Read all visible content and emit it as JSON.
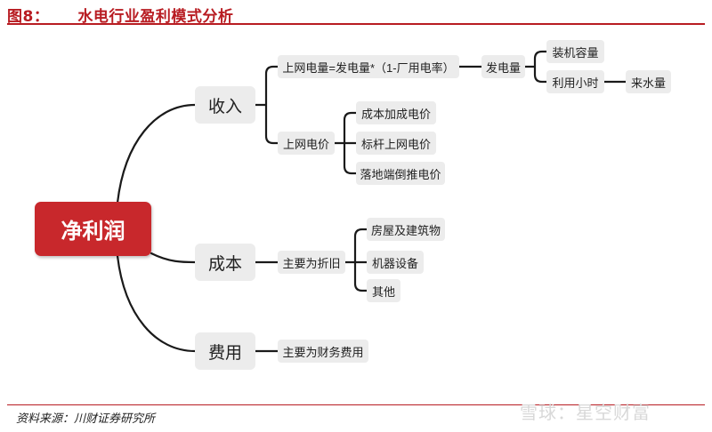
{
  "header": {
    "fig_number": "图8：",
    "title": "水电行业盈利模式分析"
  },
  "root": "净利润",
  "branches": {
    "income": {
      "label": "收入"
    },
    "cost": {
      "label": "成本"
    },
    "expense": {
      "label": "费用"
    }
  },
  "income_nodes": {
    "online_volume": "上网电量=发电量*（1-厂用电率）",
    "generation": "发电量",
    "capacity": "装机容量",
    "utilization_hours": "利用小时",
    "water_inflow": "来水量",
    "online_price": "上网电价",
    "cost_plus": "成本加成电价",
    "benchmark": "标杆上网电价",
    "landing_pushback": "落地端倒推电价"
  },
  "cost_nodes": {
    "depreciation": "主要为折旧",
    "buildings": "房屋及建筑物",
    "machinery": "机器设备",
    "others": "其他"
  },
  "expense_nodes": {
    "financial": "主要为财务费用"
  },
  "footer": {
    "source": "资料来源：川财证券研究所",
    "watermark": "雪球：星空财富"
  },
  "colors": {
    "accent": "#b81c22",
    "root_fill": "#c8282c",
    "node_fill": "#ececec",
    "line": "#1a1a1a"
  }
}
